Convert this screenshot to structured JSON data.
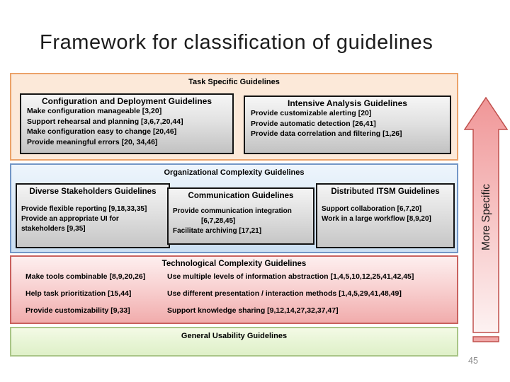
{
  "slide": {
    "title": "Framework for classification of guidelines",
    "page_number": "45"
  },
  "arrow": {
    "label": "More Specific"
  },
  "task_specific": {
    "header": "Task Specific Guidelines",
    "config_deploy": {
      "title": "Configuration and Deployment Guidelines",
      "items": [
        "Make configuration manageable [3,20]",
        "Support rehearsal and planning [3,6,7,20,44]",
        "Make configuration easy to change [20,46]",
        "Provide meaningful errors [20, 34,46]"
      ]
    },
    "intensive": {
      "title": "Intensive Analysis Guidelines",
      "items": [
        "Provide customizable alerting [20]",
        "Provide automatic detection [26,41]",
        "Provide data correlation and filtering [1,26]"
      ]
    }
  },
  "organizational": {
    "header": "Organizational Complexity Guidelines",
    "diverse": {
      "title": "Diverse Stakeholders Guidelines",
      "items": [
        "Provide flexible reporting [9,18,33,35]",
        "Provide an appropriate UI for stakeholders [9,35]"
      ]
    },
    "communication": {
      "title": "Communication Guidelines",
      "items": [
        "Provide communication integration [6,7,28,45]",
        "Facilitate archiving [17,21]"
      ]
    },
    "distributed": {
      "title": "Distributed ITSM Guidelines",
      "items": [
        "Support collaboration [6,7,20]",
        "Work in a large workflow [8,9,20]"
      ]
    }
  },
  "technological": {
    "header": "Technological Complexity Guidelines",
    "rows": [
      {
        "left": "Make tools combinable [8,9,20,26]",
        "right": "Use multiple levels of information abstraction [1,4,5,10,12,25,41,42,45]"
      },
      {
        "left": "Help task prioritization [15,44]",
        "right": "Use different presentation / interaction methods [1,4,5,29,41,48,49]"
      },
      {
        "left": "Provide customizability [9,33]",
        "right": "Support knowledge sharing [9,12,14,27,32,37,47]"
      }
    ]
  },
  "general_usability": {
    "header": "General Usability Guidelines"
  },
  "colors": {
    "task_fill": "#FCE9D9",
    "task_border": "#EBA269",
    "org_fill": "#DCEAF7",
    "org_border": "#7396C6",
    "tech_fill_top": "#FDEFEF",
    "tech_fill_bottom": "#F1ACAC",
    "tech_border": "#C9615E",
    "green_fill": "#E8F5D6",
    "green_border": "#A9C587",
    "graybox_fill_top": "#F6F6F6",
    "graybox_fill_bottom": "#C2C2C2",
    "graybox_border": "#141414",
    "arrow_fill_top": "#F09697",
    "arrow_fill_bottom": "#FDF2F2",
    "arrow_border": "#C0504D"
  }
}
